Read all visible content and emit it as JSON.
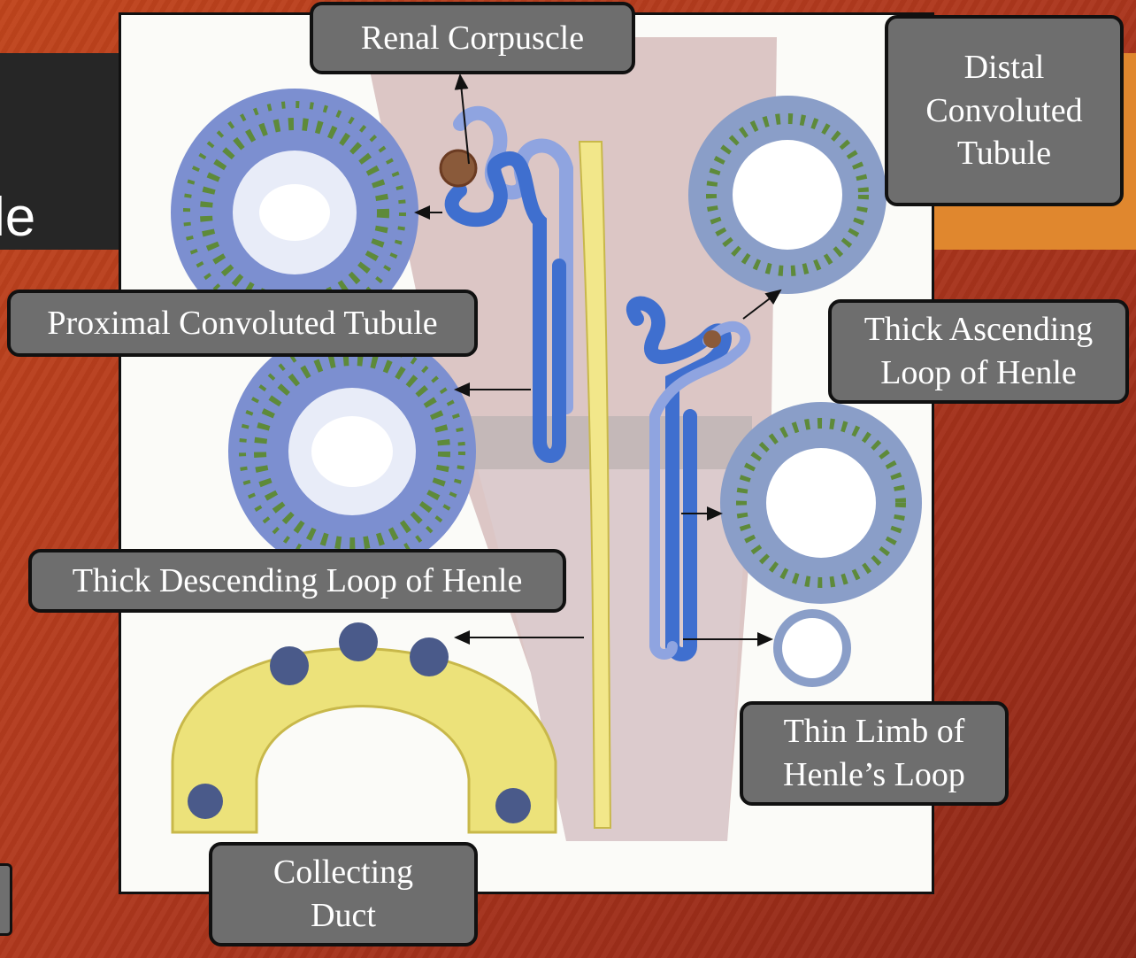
{
  "slide": {
    "title_fragment": "le"
  },
  "labels": {
    "renal_corpuscle": "Renal Corpuscle",
    "distal_convoluted_tubule": "Distal\nConvoluted\nTubule",
    "proximal_convoluted_tubule": "Proximal Convoluted Tubule",
    "thick_ascending_loop": "Thick Ascending\nLoop of Henle",
    "thick_descending_loop": "Thick Descending Loop of Henle",
    "thin_limb": "Thin Limb of\nHenle’s Loop",
    "collecting_duct": "Collecting\nDuct"
  },
  "colors": {
    "background": "#b03a1e",
    "accent": "#e0872e",
    "label_fill": "#6e6e6e",
    "tubule": "#3f6fcf",
    "cell": "#7c8fd0",
    "mitochondria": "#5e8a3a",
    "collecting_duct": "#f2e88a",
    "kidney_tissue": "#d8c2c2"
  }
}
